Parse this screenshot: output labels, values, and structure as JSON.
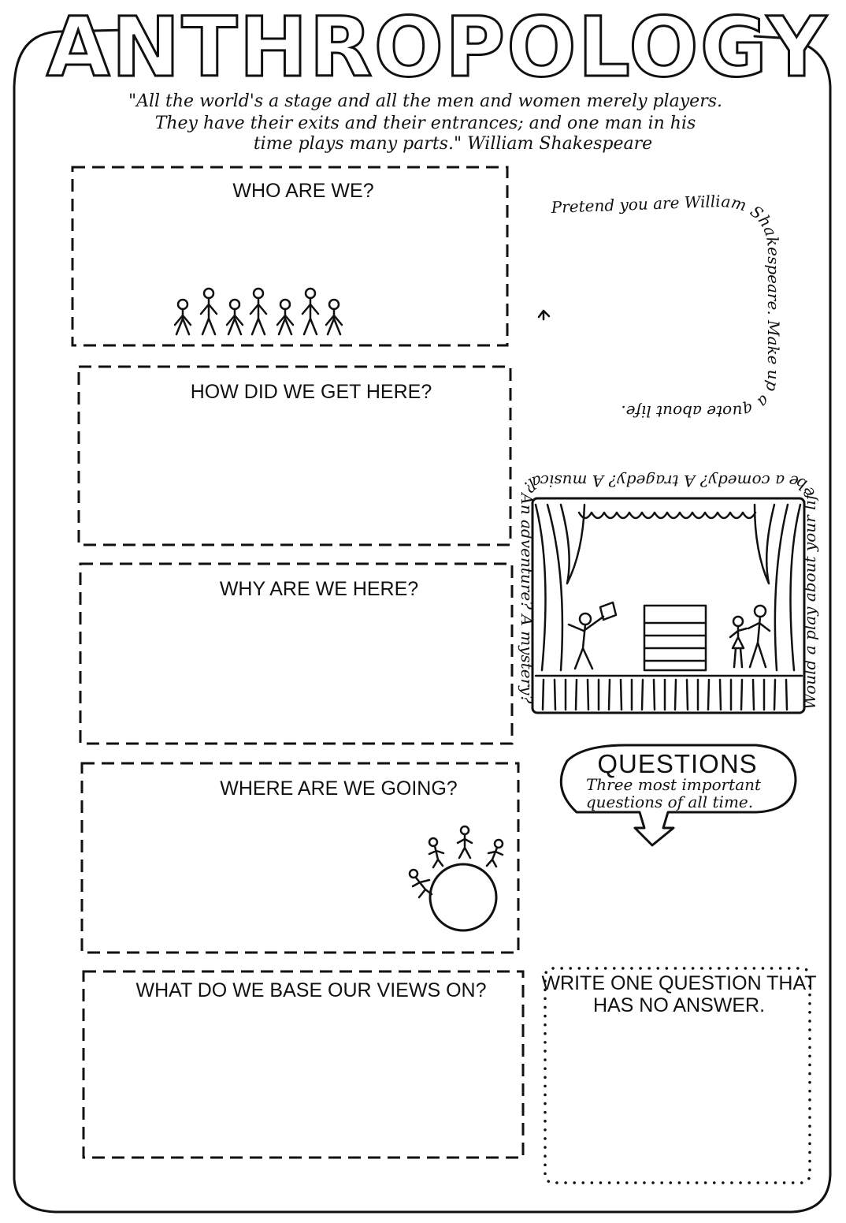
{
  "worksheet": {
    "title": "ANTHROPOLOGY",
    "quote": {
      "line1": "\"All the world's a stage and all the men and women merely players.",
      "line2": "They have their exits and their entrances; and one man in his",
      "line3": "time plays many parts.\" William Shakespeare"
    },
    "boxes": [
      {
        "heading": "WHO ARE WE?"
      },
      {
        "heading": "HOW DID WE GET HERE?"
      },
      {
        "heading": "WHY ARE WE HERE?"
      },
      {
        "heading": "WHERE ARE WE GOING?"
      },
      {
        "heading": "WHAT DO WE BASE OUR VIEWS ON?"
      }
    ],
    "shakespeare_prompt": "Pretend you are William Shakespeare. Make up a quote about life.",
    "stage_prompt": "Would a play about your life be a comedy? A tragedy? A musical? An adventure? A mystery?",
    "questions_bubble": {
      "title": "QUESTIONS",
      "line1": "Three most important",
      "line2": "questions of all time."
    },
    "no_answer_box": {
      "line1": "WRITE ONE QUESTION THAT",
      "line2": "HAS NO ANSWER."
    }
  }
}
